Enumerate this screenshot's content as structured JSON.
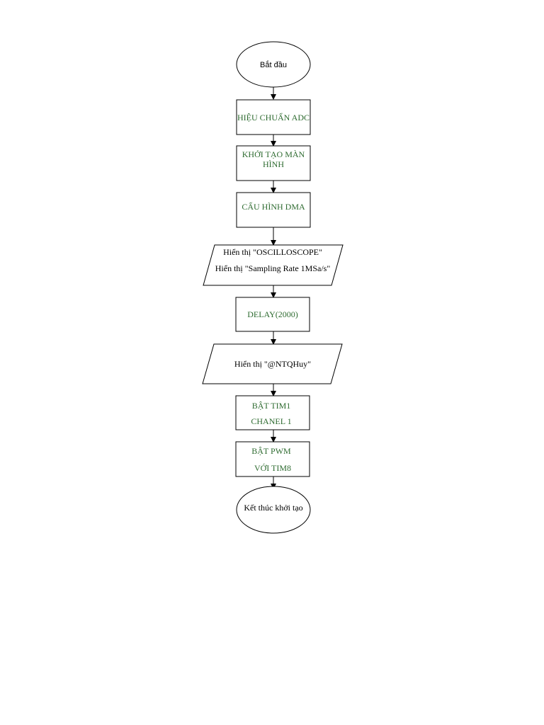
{
  "colors": {
    "line": "#000000",
    "text_dark": "#000000",
    "text_green": "#2e6b30",
    "background": "#ffffff"
  },
  "nodes": {
    "start": {
      "label": "Bắt đầu"
    },
    "calibrate_adc": {
      "label": "HIỆU CHUẨN ADC"
    },
    "init_screen": {
      "line1": "KHỞI TẠO MÀN",
      "line2": "HÌNH"
    },
    "config_dma": {
      "label": "CẤU HÌNH DMA"
    },
    "display_osc": {
      "line1": "Hiển thị \"OSCILLOSCOPE\"",
      "line2": "Hiển thị \"Sampling Rate 1MSa/s\""
    },
    "delay": {
      "label": "DELAY(2000)"
    },
    "display_author": {
      "label": "Hiển thị \"@NTQHuy\""
    },
    "enable_tim1": {
      "line1": "BẬT TIM1",
      "line2": "CHANEL 1"
    },
    "enable_pwm": {
      "line1": "BẬT PWM",
      "line2": "VỚI TIM8"
    },
    "end": {
      "label": "Kết thúc khởi tạo"
    }
  }
}
